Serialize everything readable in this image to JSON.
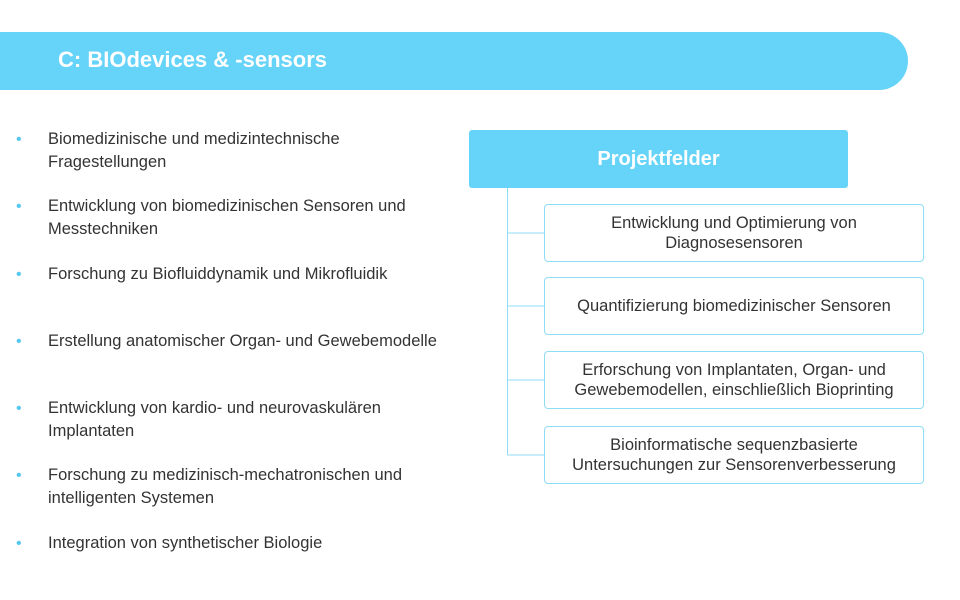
{
  "banner": {
    "title": "C: BIOdevices & -sensors"
  },
  "bullets": [
    "Biomedizinische und medizintechnische Fragestellungen",
    "Entwicklung von biomedizinischen Sensoren und Messtechniken",
    "Forschung zu Biofluiddynamik und Mikrofluidik",
    "Erstellung anatomischer Organ- und Gewebemodelle",
    "Entwicklung von kardio- und neurovaskulären Implantaten",
    "Forschung zu medizinisch-mechatronischen und intelligenten Systemen",
    "Integration von synthetischer Biologie"
  ],
  "bullet_symbol": "•",
  "projekt": {
    "title": "Projektfelder",
    "items": [
      "Entwicklung und Optimierung von Diagnosesensoren",
      "Quantifizierung biomedizinischer Sensoren",
      "Erforschung von Implantaten, Organ- und Gewebemodellen, einschließlich Bioprinting",
      "Bioinformatische sequenzbasierte Untersuchungen zur Sensorenverbesserung"
    ]
  },
  "colors": {
    "accent": "#66d3f8",
    "box_border": "#8fdcf5",
    "text": "#333333"
  }
}
